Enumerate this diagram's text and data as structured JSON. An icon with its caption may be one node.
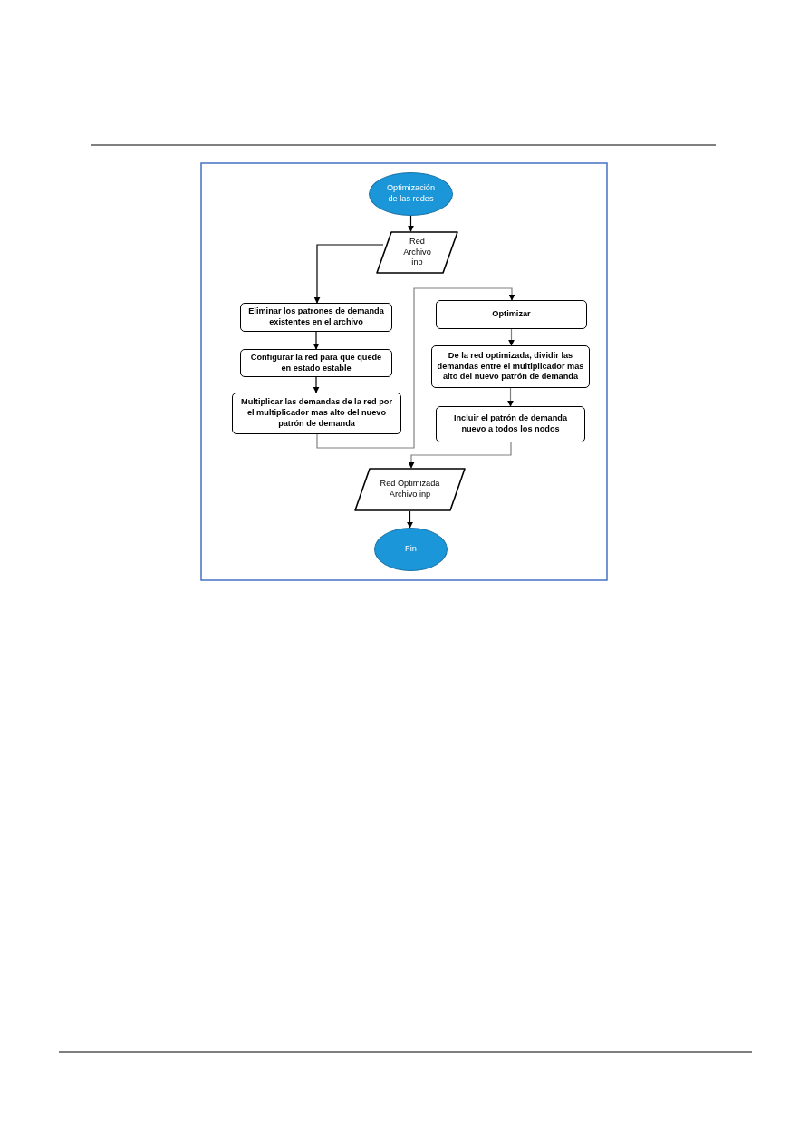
{
  "diagram": {
    "nodes": [
      {
        "text": [
          "Optimización de las redes"
        ]
      },
      {
        "text": [
          "Red Archivo inp"
        ]
      },
      {
        "text": [
          "Eliminar los patrones de demanda existentes en el archivo"
        ]
      },
      {
        "text": [
          "Configurar la red para que quede en estado estable"
        ]
      },
      {
        "text": [
          "Multiplicar las demandas de la red por el multiplicador mas alto del nuevo patrón de demanda"
        ]
      },
      {
        "text": [
          "Optimizar"
        ]
      },
      {
        "text": [
          "De la red optimizada, dividir las demandas entre el multiplicador mas alto del nuevo patrón de demanda"
        ]
      },
      {
        "text": [
          "Incluir el patrón de demanda nuevo a todos los nodos"
        ]
      },
      {
        "text": [
          "Red Optimizada Archivo inp"
        ]
      },
      {
        "text": [
          "Fin"
        ]
      }
    ],
    "edges": [
      {
        "from": 0,
        "to": 1,
        "arrow": "to"
      },
      {
        "from": 1,
        "to": 2,
        "arrow": "to"
      },
      {
        "from": 2,
        "to": 3,
        "arrow": "to"
      },
      {
        "from": 3,
        "to": 4,
        "arrow": "to"
      },
      {
        "from": 4,
        "to": 5,
        "arrow": "to",
        "color": "#808080"
      },
      {
        "from": 5,
        "to": 6,
        "arrow": "to",
        "color": "#808080"
      },
      {
        "from": 6,
        "to": 7,
        "arrow": "to",
        "color": "#808080"
      },
      {
        "from": 7,
        "to": 8,
        "arrow": "to",
        "color": "#808080"
      },
      {
        "from": 8,
        "to": 9,
        "arrow": "to"
      }
    ]
  }
}
